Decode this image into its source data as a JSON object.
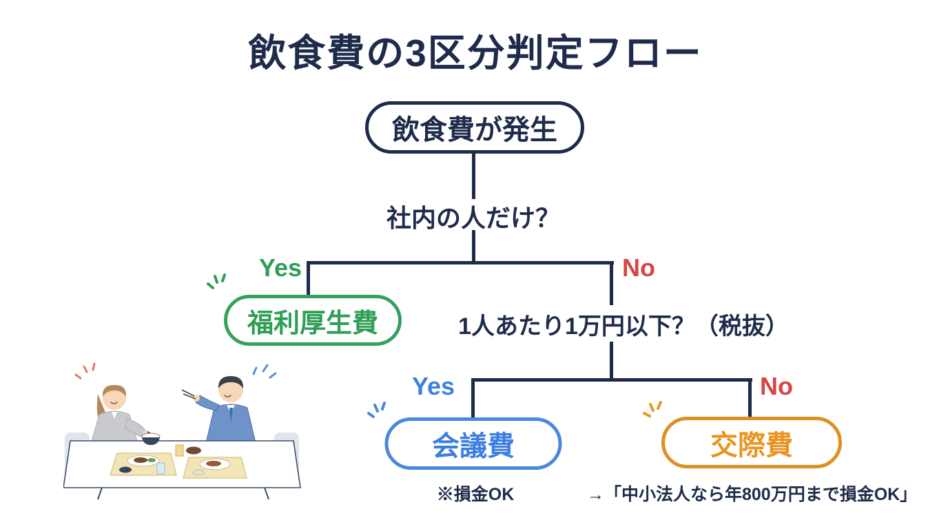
{
  "title": "飲食費の3区分判定フロー",
  "flow": {
    "start": "飲食費が発生",
    "question1": "社内の人だけ？",
    "question1_yes": "Yes",
    "question1_no": "No",
    "result_welfare": "福利厚生費",
    "question2": "1人あたり1万円以下？（税抜）",
    "question2_yes": "Yes",
    "question2_no": "No",
    "result_meeting": "会議費",
    "result_entertainment": "交際費",
    "note_meeting": "※損金OK",
    "note_entertainment": "→「中小法人なら年800万円まで損金OK」"
  },
  "colors": {
    "navy": "#1e2b4a",
    "green": "#2d9e53",
    "blue": "#3d7fe0",
    "orange": "#e8941f",
    "red": "#d94343"
  },
  "decorations": {
    "sparkle_green": "#2d9e53",
    "sparkle_blue": "#4a87e0",
    "sparkle_orange": "#e8941f",
    "sparkle_coral": "#e5756a",
    "sparkle_sky": "#5b8fd6"
  },
  "illustration": {
    "name": "two-colleagues-eating-meal"
  }
}
